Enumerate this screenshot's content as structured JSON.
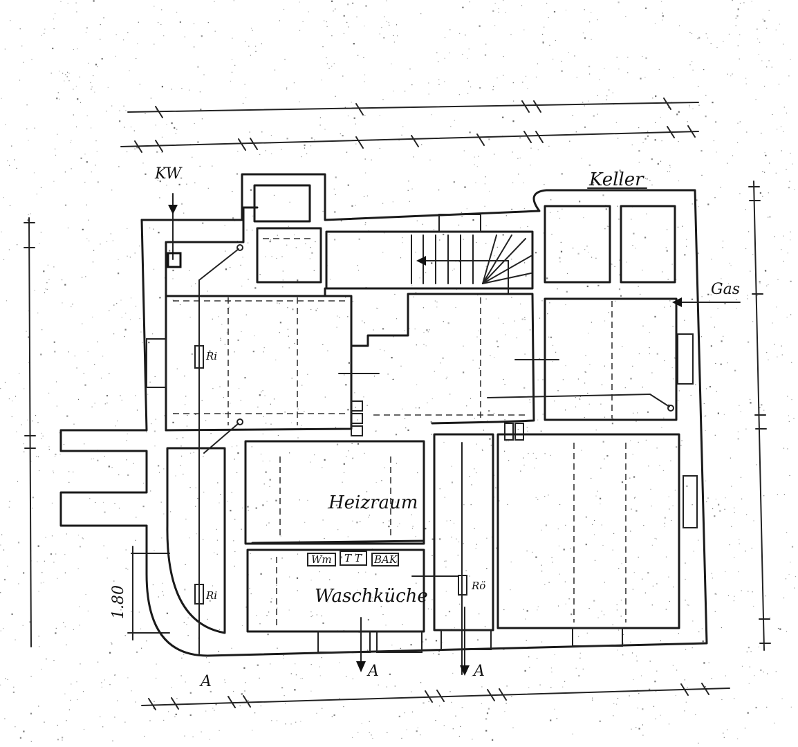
{
  "title": "Keller",
  "rooms": {
    "heating": "Heizraum",
    "laundry": "Waschküche"
  },
  "labels": {
    "cold_water": "KW",
    "gas": "Gas",
    "pipe_left_1": "Ri",
    "pipe_left_2": "Ri",
    "pipe_center": "Rö",
    "section_1": "A",
    "section_2": "A",
    "section_3": "A",
    "dimension": "1.80",
    "appliance_wm": "Wm",
    "appliance_tt": "T T",
    "appliance_bk": "BAK"
  }
}
